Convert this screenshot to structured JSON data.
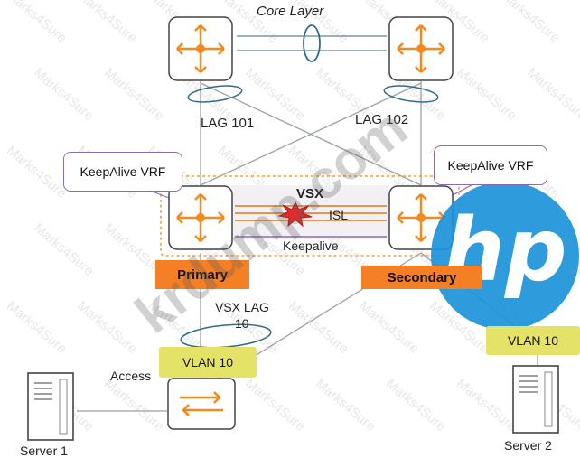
{
  "diagram": {
    "core_layer_label": "Core Layer",
    "lag_left": "LAG 101",
    "lag_right": "LAG 102",
    "keepalive_vrf_left": "KeepAlive VRF",
    "keepalive_vrf_right": "KeepAlive VRF",
    "vsx_label": "VSX",
    "isl_label": "ISL",
    "keepalive_label": "Keepalive",
    "primary_label": "Primary",
    "secondary_label": "Secondary",
    "vsx_lag_line1": "VSX LAG",
    "vsx_lag_line2": "10",
    "vlan_left": "VLAN 10",
    "vlan_right": "VLAN 10",
    "access_label": "Access",
    "server1_label": "Server 1",
    "server2_label": "Server 2",
    "watermark_repeat": "Marks4Sure",
    "watermark_big": "krdump.com",
    "logo_text": "hp",
    "colors": {
      "router_orange": "#f28a1e",
      "primary_bg": "#f47f24",
      "vlan_bg": "#e5e367",
      "vrf_border": "#8e6bb0",
      "lag_ring": "#2f6c8c",
      "logo_blue": "#1b92d9",
      "keepalive_dash": "#f0a040"
    },
    "icons": [
      "router-icon",
      "switch-icon",
      "server-icon",
      "explosion-icon",
      "hp-logo"
    ]
  }
}
